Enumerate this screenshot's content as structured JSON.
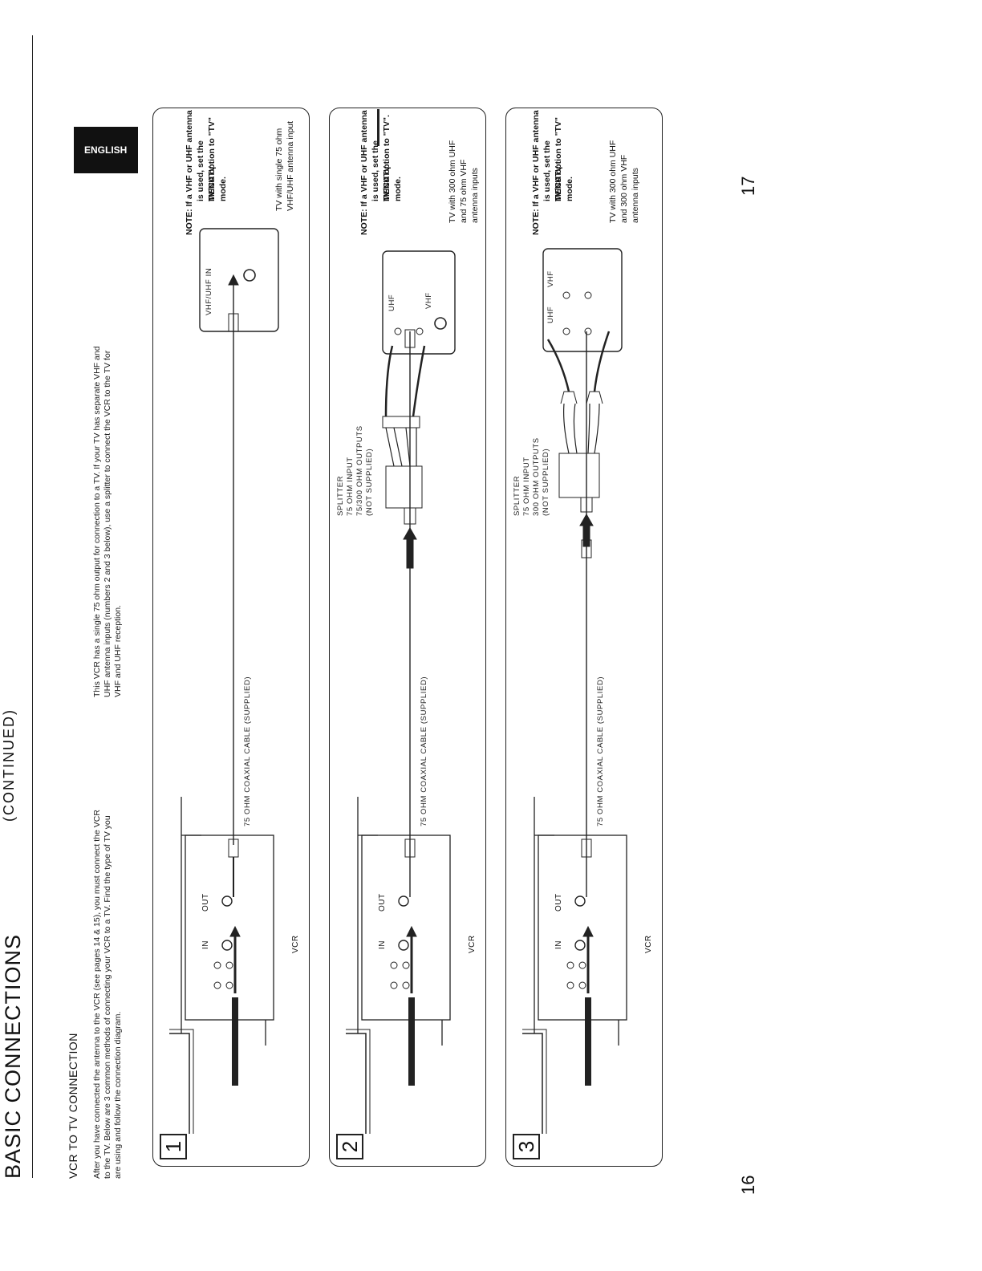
{
  "header": {
    "title": "BASIC CONNECTIONS",
    "continued": "(CONTINUED)"
  },
  "section": {
    "heading": "VCR TO TV CONNECTION"
  },
  "intro": {
    "left": "After you have connected the antenna to the VCR (see pages 14 & 15), you must connect the VCR to the TV. Below are 3 common methods of connecting your VCR to a TV. Find the type of TV you are using and follow the connection diagram.",
    "right": "This VCR has a single 75 ohm output for connection to a TV. If your TV has separate VHF and UHF antenna inputs (numbers 2 and 3 below), use a splitter to connect the VCR to the TV for VHF and UHF reception."
  },
  "language_tab": "ENGLISH",
  "panels": [
    {
      "number": "1",
      "vcr_label": "VCR",
      "vcr_in": "IN",
      "vcr_out": "OUT",
      "cable_label": "75 OHM COAXIAL CABLE (SUPPLIED)",
      "tv_port_label": "VHF/UHF IN",
      "tv_description": [
        "TV with single 75 ohm",
        "VHF/UHF antenna input"
      ],
      "note": [
        "NOTE: If a VHF or UHF antenna",
        "is used, set the TV/CATV",
        "MENU option to \"TV\"",
        "mode."
      ]
    },
    {
      "number": "2",
      "vcr_label": "VCR",
      "vcr_in": "IN",
      "vcr_out": "OUT",
      "cable_label": "75 OHM COAXIAL CABLE (SUPPLIED)",
      "splitter_label": [
        "SPLITTER",
        "75 OHM INPUT",
        "75/300 OHM OUTPUTS",
        "(NOT SUPPLIED)"
      ],
      "tv_uhf_label": "UHF",
      "tv_vhf_label": "VHF",
      "tv_description": [
        "TV with 300 ohm UHF",
        "and 75 ohm VHF",
        "antenna inputs"
      ],
      "note": [
        "NOTE: If a VHF or UHF antenna",
        "is used, set the TV/CATV",
        "MENU option to \"TV\".",
        "mode."
      ]
    },
    {
      "number": "3",
      "vcr_label": "VCR",
      "vcr_in": "IN",
      "vcr_out": "OUT",
      "cable_label": "75 OHM COAXIAL CABLE (SUPPLIED)",
      "splitter_label": [
        "SPLITTER",
        "75 OHM INPUT",
        "300 OHM OUTPUTS",
        "(NOT SUPPLIED)"
      ],
      "tv_uhf_label": "UHF",
      "tv_vhf_label": "VHF",
      "tv_description": [
        "TV with 300 ohm UHF",
        "and 300 ohm VHF",
        "antenna inputs"
      ],
      "note": [
        "NOTE: If a VHF or UHF antenna",
        "is used, set the TV/CATV",
        "MENU option to \"TV\"",
        "mode."
      ]
    }
  ],
  "page_numbers": {
    "left": "16",
    "right": "17"
  }
}
